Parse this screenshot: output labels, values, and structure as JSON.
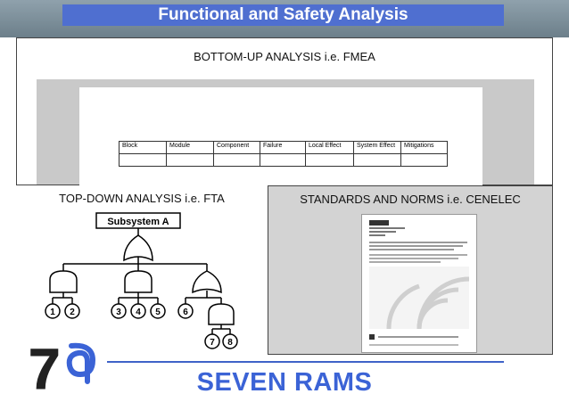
{
  "header": {
    "title": "Functional and Safety Analysis"
  },
  "fmea": {
    "heading": "BOTTOM-UP ANALYSIS i.e. FMEA",
    "columns": [
      "Block",
      "Module",
      "Component",
      "Failure",
      "Local Effect",
      "System Effect",
      "Mitigations"
    ]
  },
  "fta": {
    "heading": "TOP-DOWN ANALYSIS i.e. FTA",
    "top_event": "Subsystem A",
    "basic_events": [
      "1",
      "2",
      "3",
      "4",
      "5",
      "6",
      "7",
      "8"
    ]
  },
  "standards": {
    "heading": "STANDARDS AND NORMS i.e. CENELEC"
  },
  "brand": {
    "name": "SEVEN RAMS",
    "logo_text": "7"
  },
  "colors": {
    "accent_blue": "#3b63d6",
    "title_bar": "#4f6fd0",
    "header_gray": "#7b8f9a"
  }
}
